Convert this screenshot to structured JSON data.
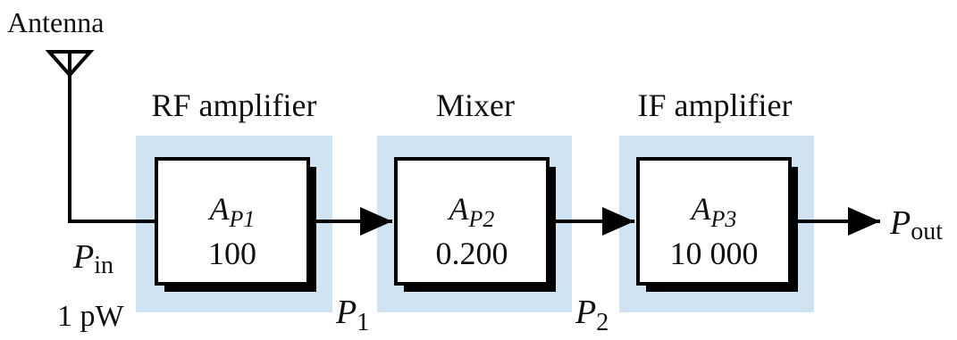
{
  "antenna": {
    "label": "Antenna"
  },
  "input": {
    "power_symbol": "P",
    "power_subscript": "in",
    "power_value": "1 pW"
  },
  "stages": [
    {
      "title": "RF amplifier",
      "gain_symbol": "A",
      "gain_subscript": "P1",
      "gain_value": "100"
    },
    {
      "title": "Mixer",
      "gain_symbol": "A",
      "gain_subscript": "P2",
      "gain_value": "0.200"
    },
    {
      "title": "IF amplifier",
      "gain_symbol": "A",
      "gain_subscript": "P3",
      "gain_value": "10 000"
    }
  ],
  "intermediate": [
    {
      "symbol": "P",
      "subscript": "1"
    },
    {
      "symbol": "P",
      "subscript": "2"
    }
  ],
  "output": {
    "symbol": "P",
    "subscript": "out"
  },
  "colors": {
    "stage_background": "#cfe3f3",
    "line": "#000000"
  }
}
